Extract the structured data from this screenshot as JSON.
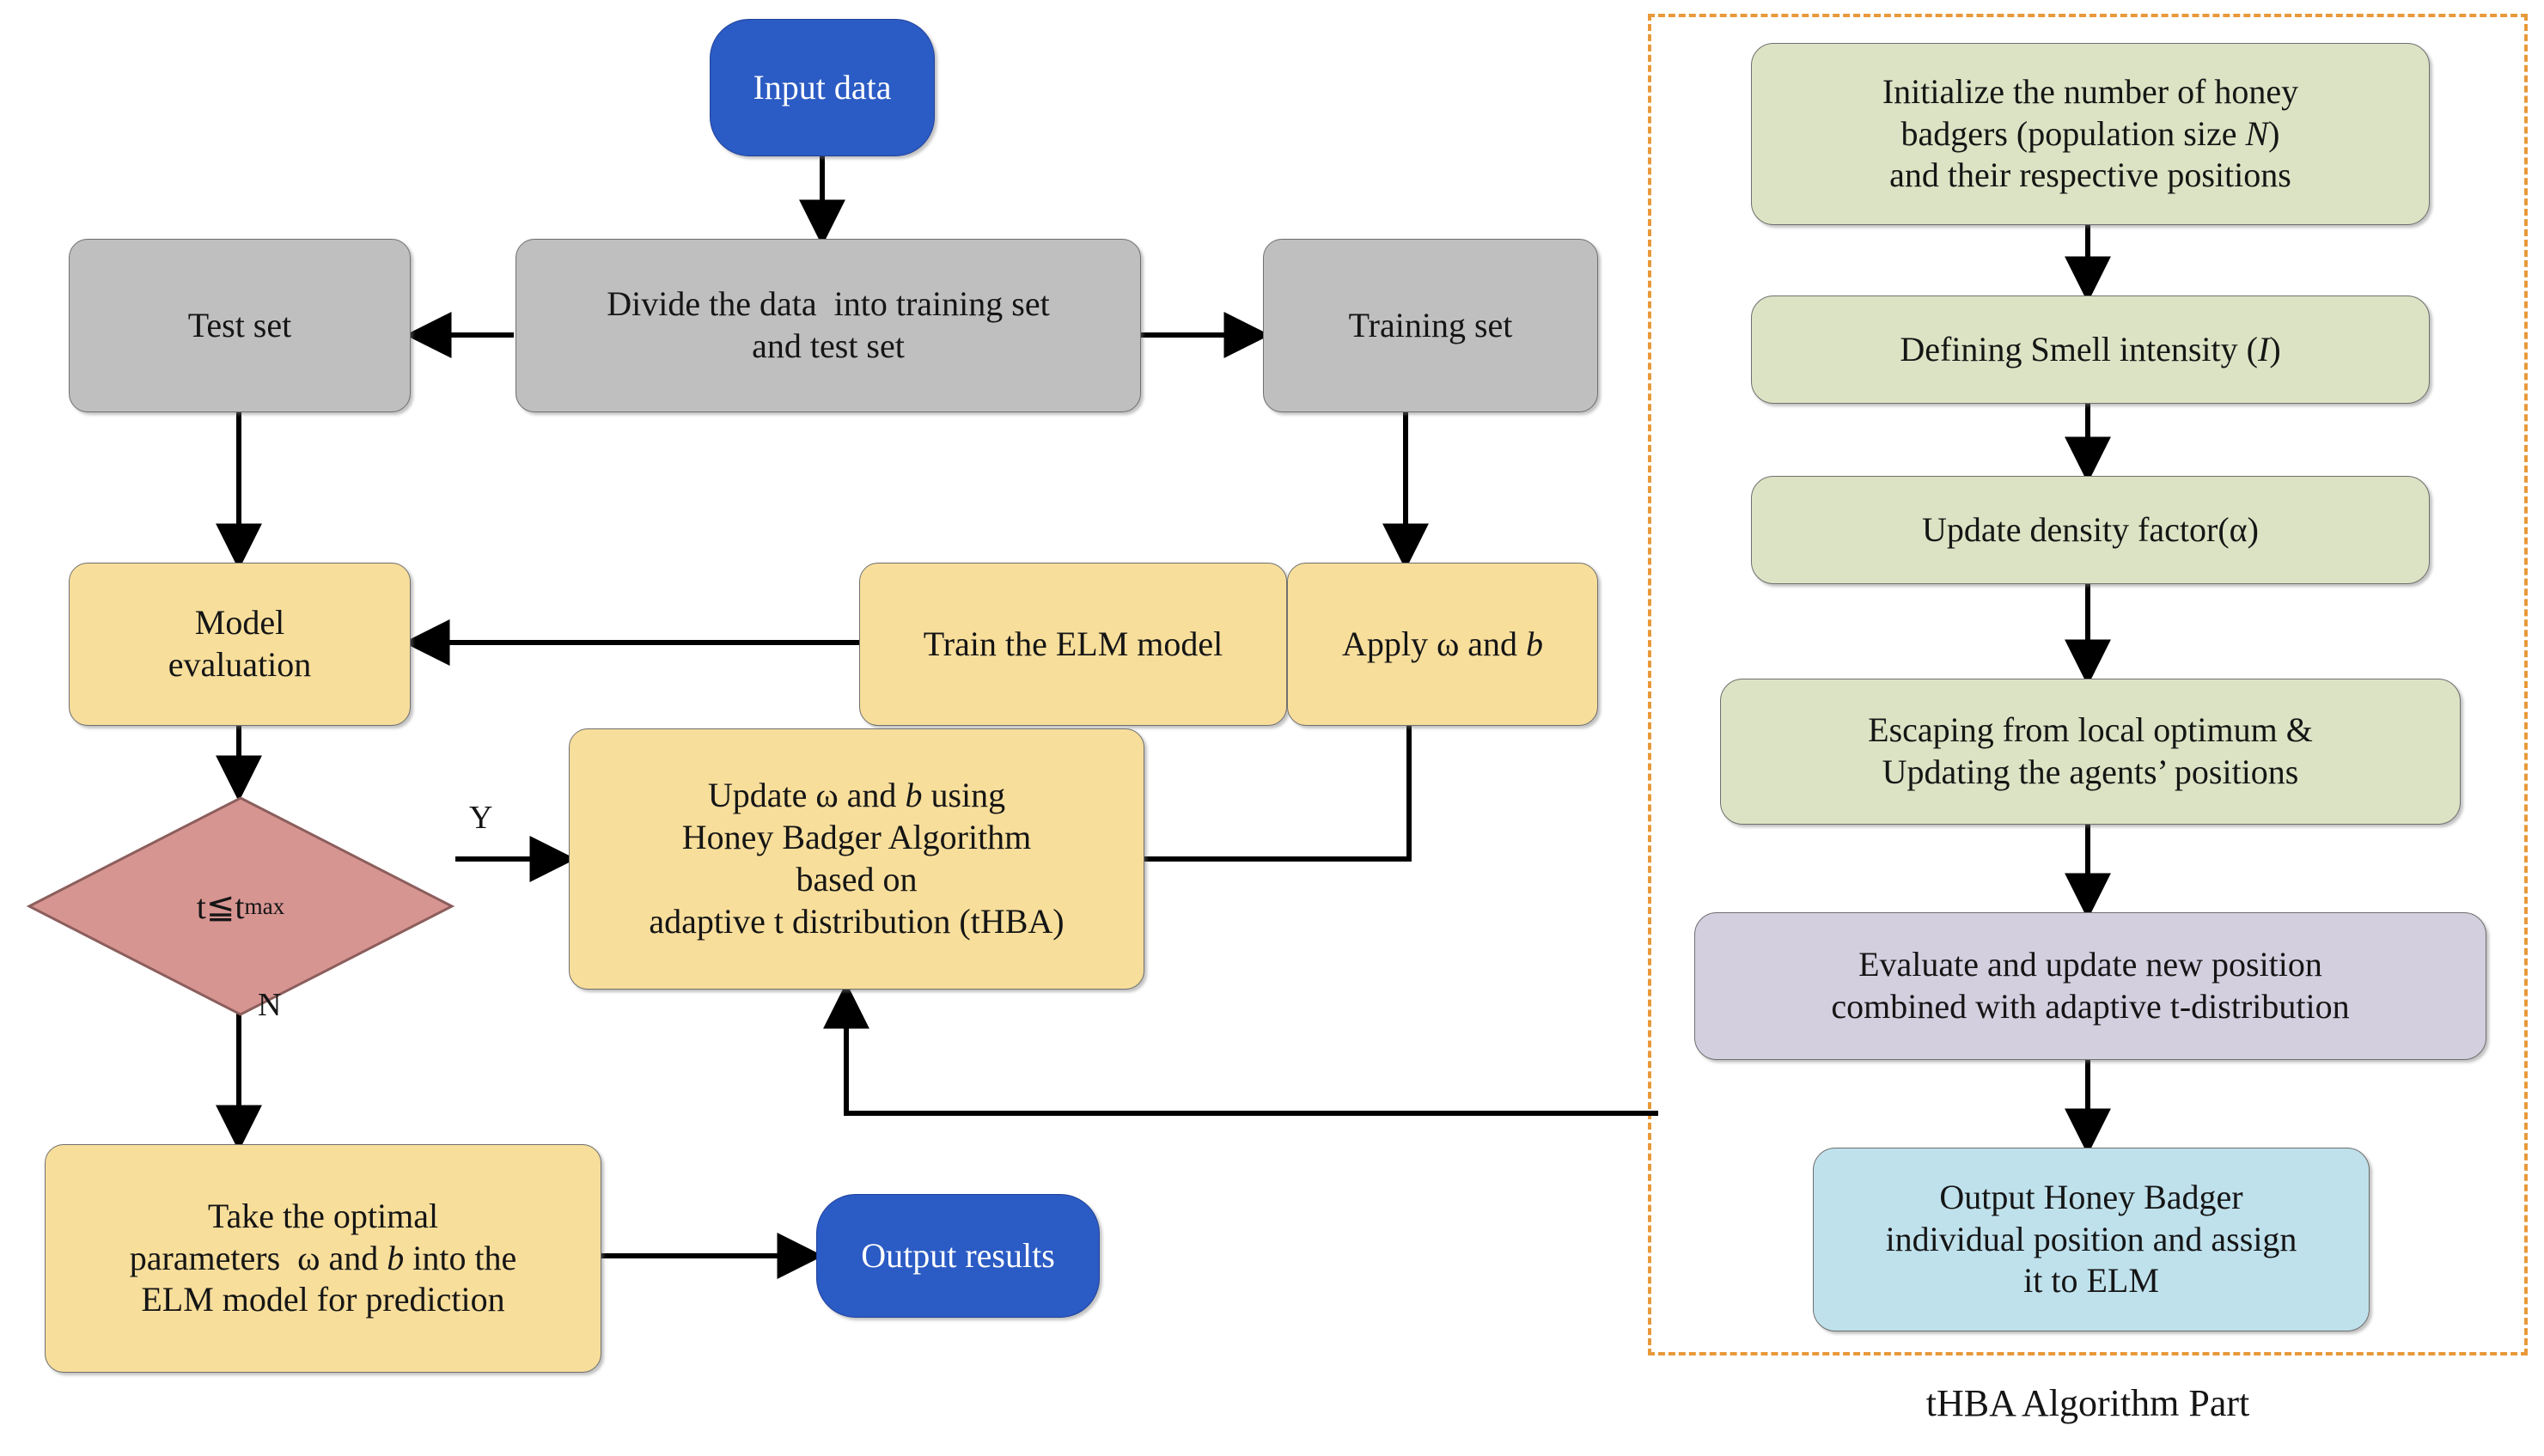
{
  "diagram": {
    "title": "tHBA-ELM flowchart",
    "caption": "tHBA Algorithm Part",
    "colors": {
      "terminator": "#2B5BC4",
      "gray": "#BFBFBF",
      "yellow": "#F7DE9B",
      "green": "#DCE3C4",
      "purple": "#D3CFDF",
      "cyan": "#BFE1EC",
      "decision": "#D79592",
      "panel_border": "#E8993A",
      "edge": "#000000"
    }
  },
  "main_flow": {
    "input_data": "Input data",
    "divide_data": "Divide the data  into training set and test set",
    "test_set": "Test set",
    "training_set": "Training set",
    "model_evaluation": "Model evaluation",
    "train_elm": "Train the ELM model",
    "apply_params": "Apply ω and b",
    "decision": "t ≤ t max",
    "decision_main": "t≤t",
    "decision_sub": "max",
    "update_params": "Update ω and b using Honey Badger Algorithm based on adaptive t distribution (tHBA)",
    "update_params_lines": [
      "Update ω and b using",
      "Honey Badger Algorithm",
      "based on",
      "adaptive t distribution (tHBA)"
    ],
    "take_optimal": "Take the optimal parameters  ω and b into the ELM model for prediction",
    "take_optimal_lines": [
      "Take the optimal",
      "parameters  ω and b into the",
      "ELM model for prediction"
    ],
    "output_results": "Output results"
  },
  "edge_labels": {
    "yes": "Y",
    "no": "N"
  },
  "thba_panel": {
    "caption": "tHBA Algorithm Part",
    "steps": [
      {
        "id": "initialize",
        "text": "Initialize the number of honey badgers (population size N) and their respective positions",
        "lines": [
          "Initialize the number of honey",
          "badgers (population size N)",
          "and their respective positions"
        ],
        "color": "green"
      },
      {
        "id": "smell-intensity",
        "text": "Defining Smell intensity (I)",
        "lines": [
          "Defining Smell intensity (I)"
        ],
        "color": "green"
      },
      {
        "id": "density-factor",
        "text": "Update density factor(α)",
        "lines": [
          "Update density factor(α)"
        ],
        "color": "green"
      },
      {
        "id": "escape-local-optimum",
        "text": "Escaping from local optimum & Updating the agents’ positions",
        "lines": [
          "Escaping from local optimum &",
          "Updating the agents’ positions"
        ],
        "color": "green"
      },
      {
        "id": "evaluate-update",
        "text": "Evaluate and update new position combined with adaptive t-distribution",
        "lines": [
          "Evaluate and update new position",
          "combined with adaptive t-distribution"
        ],
        "color": "purple"
      },
      {
        "id": "output-honey-badger",
        "text": "Output Honey Badger individual position and assign it to ELM",
        "lines": [
          "Output Honey Badger",
          "individual position and assign",
          "it to ELM"
        ],
        "color": "cyan"
      }
    ]
  }
}
